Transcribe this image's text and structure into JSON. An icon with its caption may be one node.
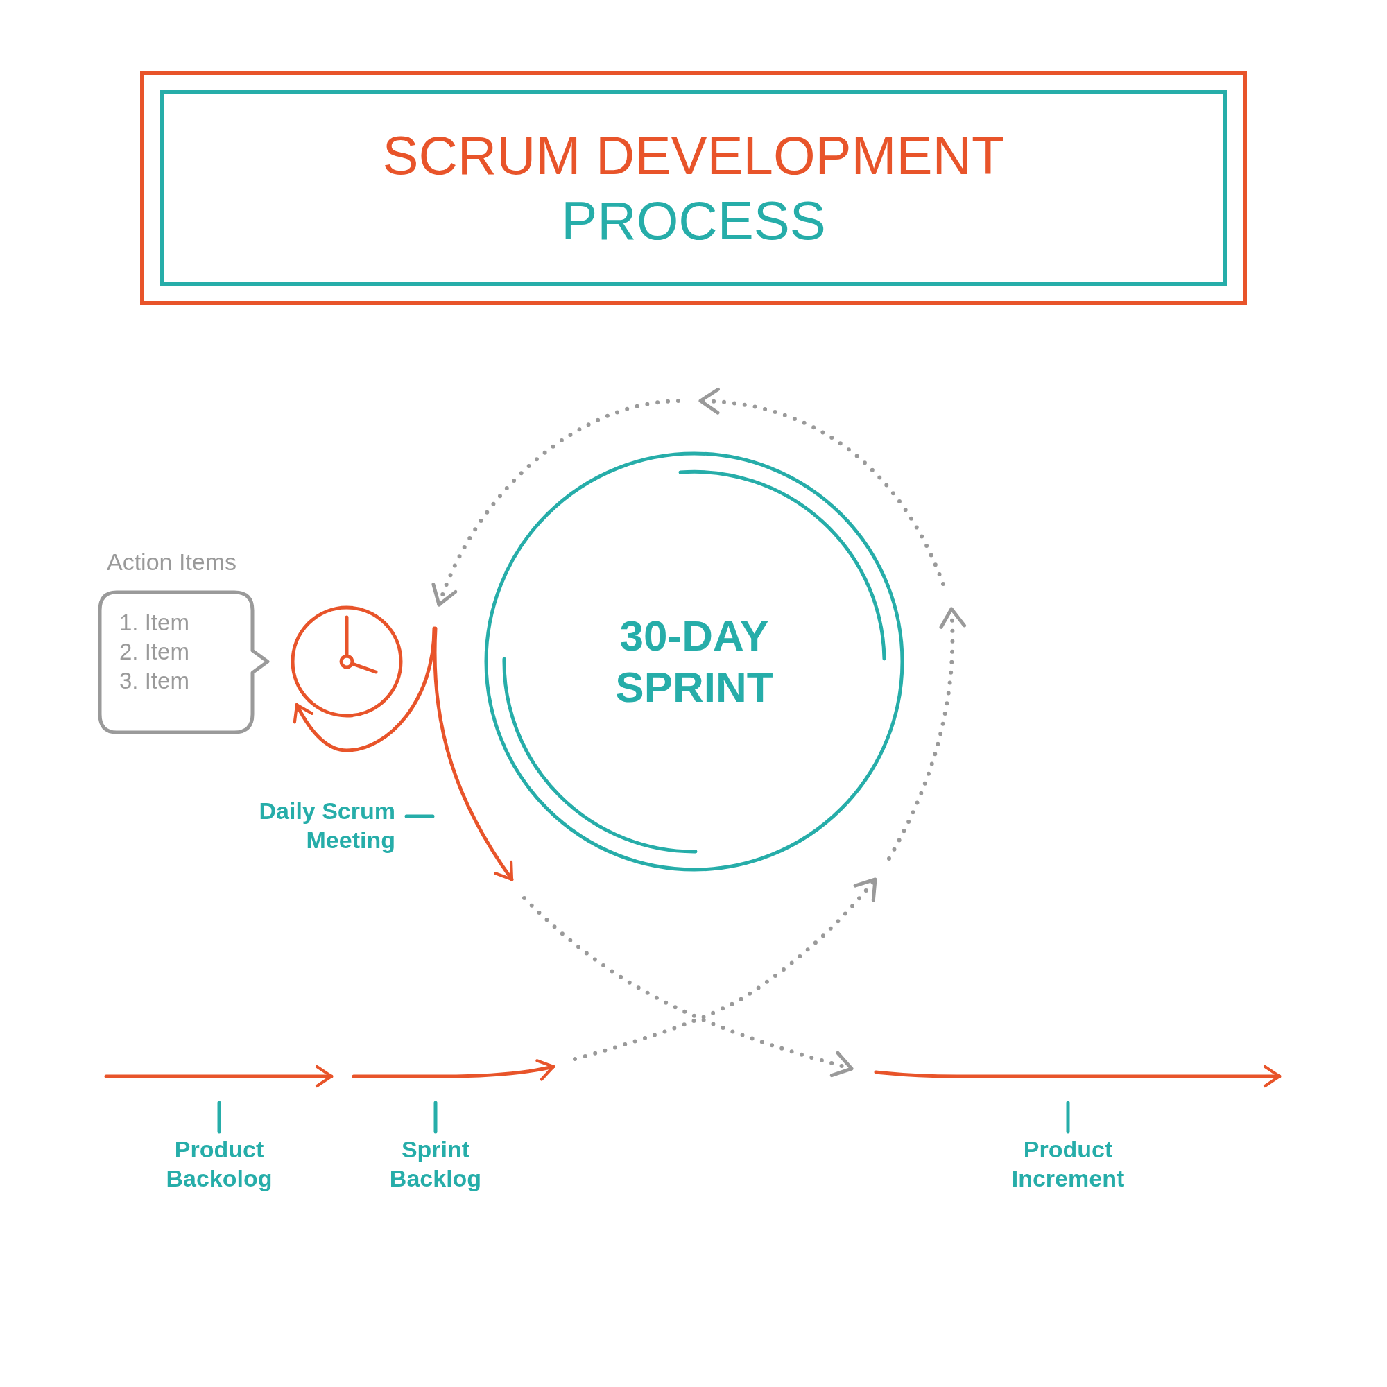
{
  "diagram": {
    "nodes": [
      {
        "text": [
          "SCRUM DEVELOPMENT",
          "PROCESS"
        ]
      },
      {
        "text": [
          "30-DAY SPRINT"
        ]
      },
      {
        "text": [],
        "shape": "circle"
      },
      {
        "text": [
          "Action Items",
          "1. Item",
          "2. Item",
          "3. Item"
        ]
      },
      {
        "text": [
          "Product Backolog"
        ]
      },
      {
        "text": [
          "Sprint Backlog"
        ]
      },
      {
        "text": [
          "Product Increment"
        ]
      },
      {
        "text": [
          "Daily Scrum Meeting"
        ]
      }
    ],
    "edges": [
      {
        "from": 4,
        "to": null,
        "arrow": "none"
      },
      {
        "from": 5,
        "to": null,
        "arrow": "none"
      },
      {
        "from": 6,
        "to": null,
        "arrow": "none"
      },
      {
        "from": 7,
        "to": null,
        "arrow": "none"
      },
      {
        "from": null,
        "to": 2,
        "arrow": "to",
        "color": "#e8542a"
      }
    ]
  }
}
